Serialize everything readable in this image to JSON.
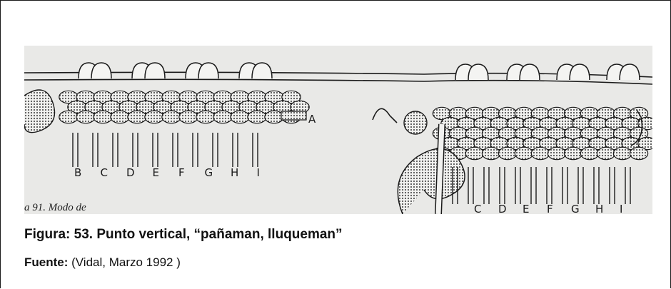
{
  "figure": {
    "left_labels": [
      "B",
      "C",
      "D",
      "E",
      "F",
      "G",
      "H",
      "I"
    ],
    "left_end_label": "A",
    "right_labels": [
      "C",
      "D",
      "E",
      "F",
      "G",
      "H",
      "I"
    ],
    "inset_note": "a 91.   Modo de",
    "colors": {
      "paper": "#e9e9e7",
      "ink": "#1a1a1a",
      "shade": "#9a9a9a"
    }
  },
  "caption": {
    "title": "Figura: 53. Punto vertical, “pañaman, lluqueman”",
    "source_label": "Fuente:",
    "source_text": " (Vidal, Marzo 1992 )"
  }
}
